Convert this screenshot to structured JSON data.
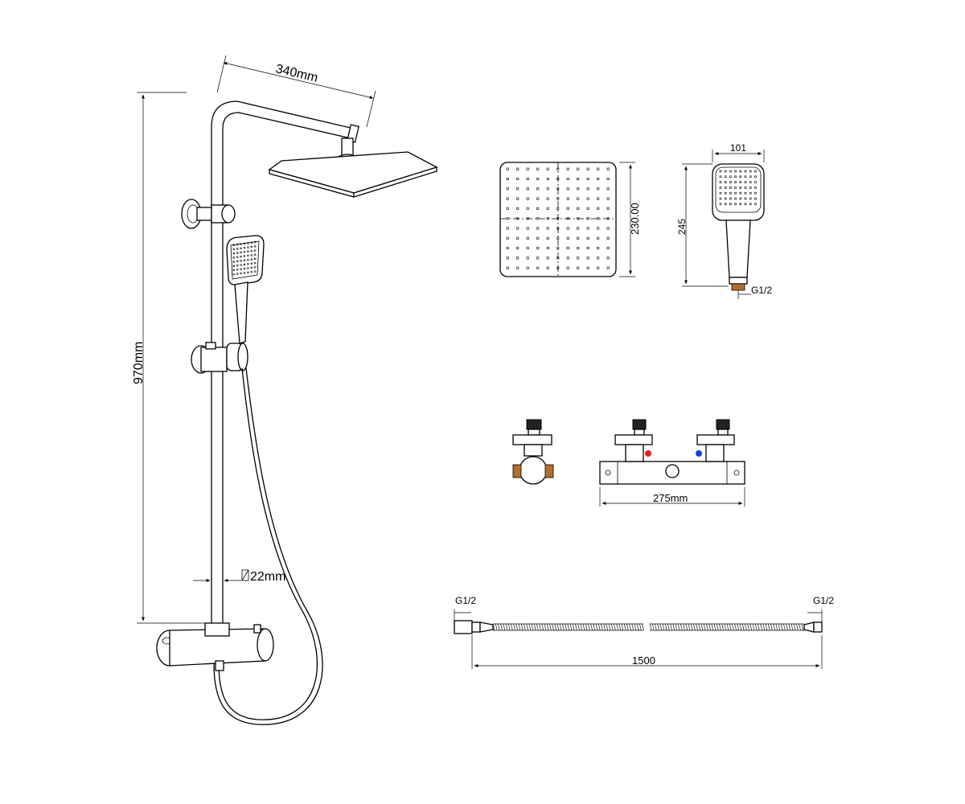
{
  "dimensions": {
    "arm_length": "340mm",
    "rail_height": "970mm",
    "rail_diameter": "22mm",
    "head_size": "230.00",
    "hand_width": "101",
    "hand_length": "245",
    "hand_thread": "G1/2",
    "valve_width": "275mm",
    "hose_left_thread": "G1/2",
    "hose_right_thread": "G1/2",
    "hose_length": "1500"
  },
  "colors": {
    "line": "#000000",
    "hot_marker": "#e02020",
    "cold_marker": "#2040d0",
    "brass_fitting": "#b07030"
  },
  "icons": {
    "diameter_symbol": "diameter-icon"
  }
}
